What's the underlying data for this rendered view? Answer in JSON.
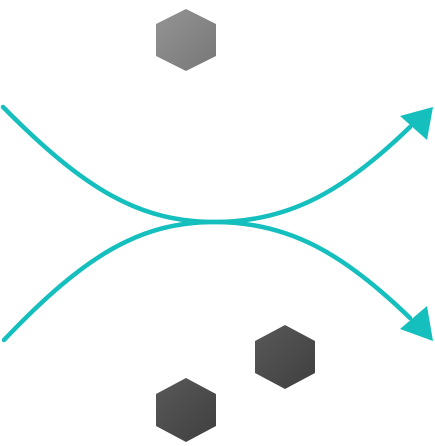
{
  "diagram": {
    "background": "#ffffff",
    "curve_color": "#14bfbd",
    "hexagons": [
      {
        "name": "hexagon-top",
        "fill": "#848484",
        "gradient": [
          "#949494",
          "#777777"
        ]
      },
      {
        "name": "hexagon-bottom-right",
        "fill": "#4a4a4a",
        "gradient": [
          "#595959",
          "#3f3f3f"
        ]
      },
      {
        "name": "hexagon-bottom-left",
        "fill": "#4a4a4a",
        "gradient": [
          "#595959",
          "#3f3f3f"
        ]
      }
    ]
  }
}
